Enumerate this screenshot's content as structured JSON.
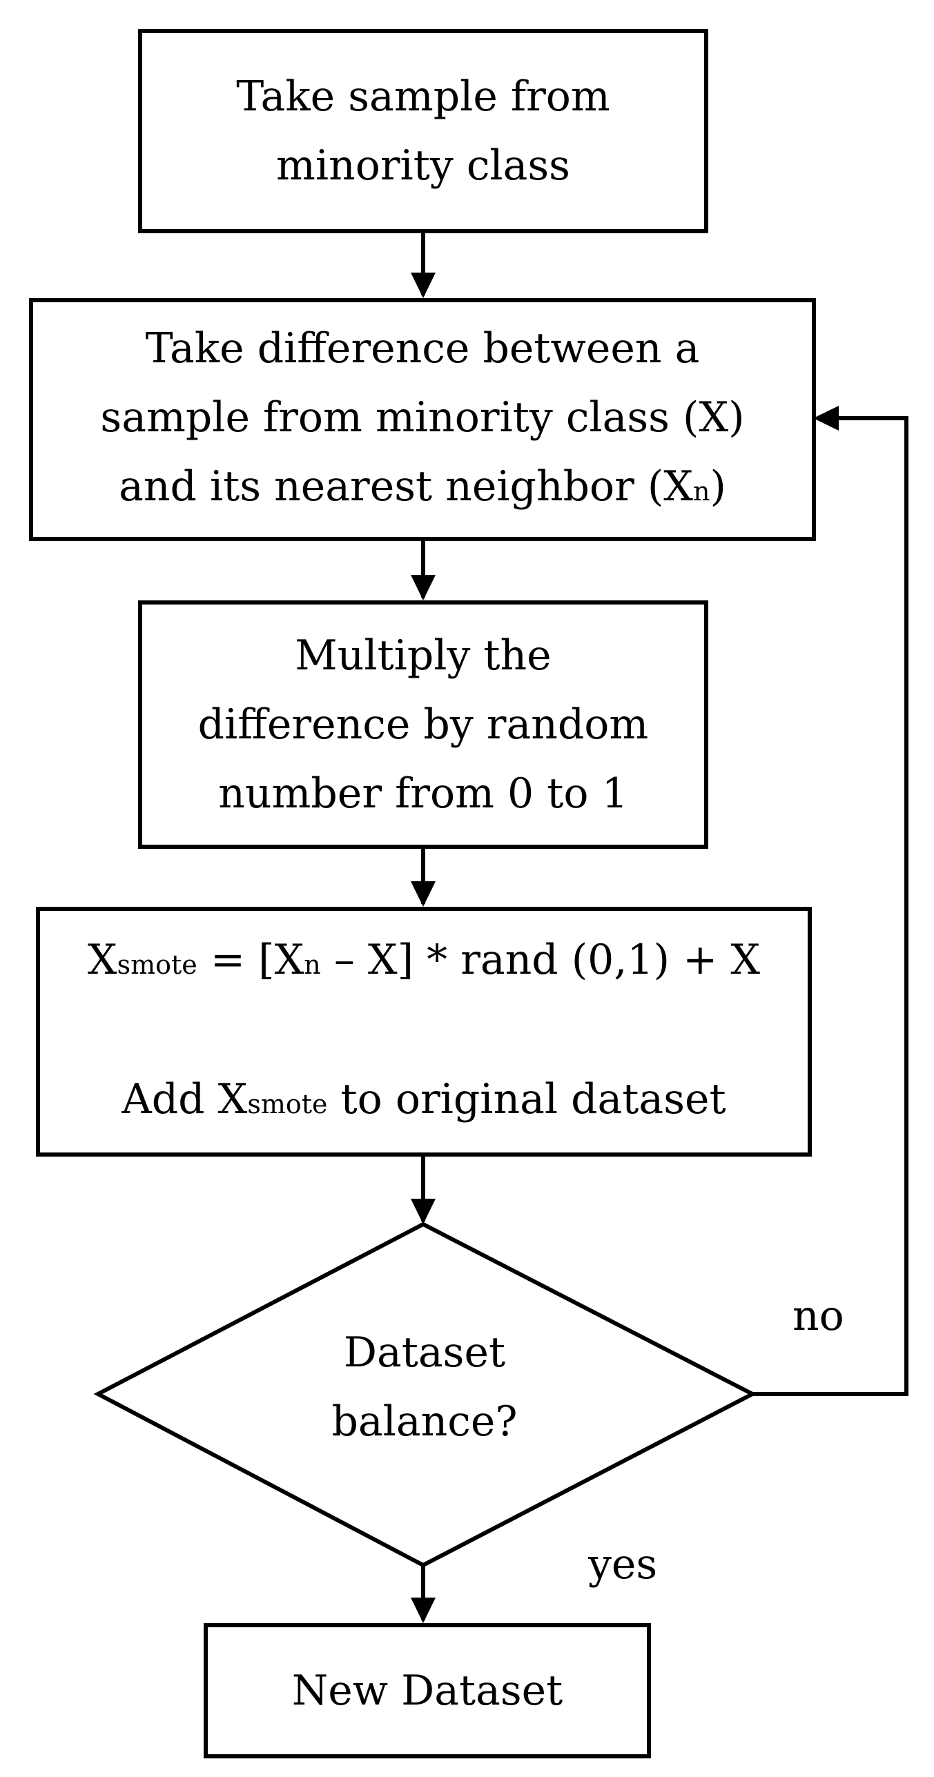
{
  "steps": {
    "take_sample": {
      "line1": "Take sample from",
      "line2": "minority class"
    },
    "take_difference": {
      "line1": "Take difference between a",
      "line2": "sample from minority class (X)",
      "line3_pre": "and its nearest neighbor (X",
      "line3_sub": "n",
      "line3_post": ")"
    },
    "multiply": {
      "line1": "Multiply the",
      "line2": "difference by random",
      "line3": "number from 0 to 1"
    },
    "formula": {
      "x": "X",
      "smote_sub": "smote",
      "equals_open": " = [X",
      "n_sub": "n",
      "rest": " – X] * rand (0,1) + X",
      "add_pre": "Add X",
      "add_sub": "smote",
      "add_post": " to original dataset"
    },
    "decision": {
      "line1": "Dataset",
      "line2": "balance?"
    },
    "new_dataset": {
      "label": "New Dataset"
    }
  },
  "edge_labels": {
    "no": "no",
    "yes": "yes"
  }
}
